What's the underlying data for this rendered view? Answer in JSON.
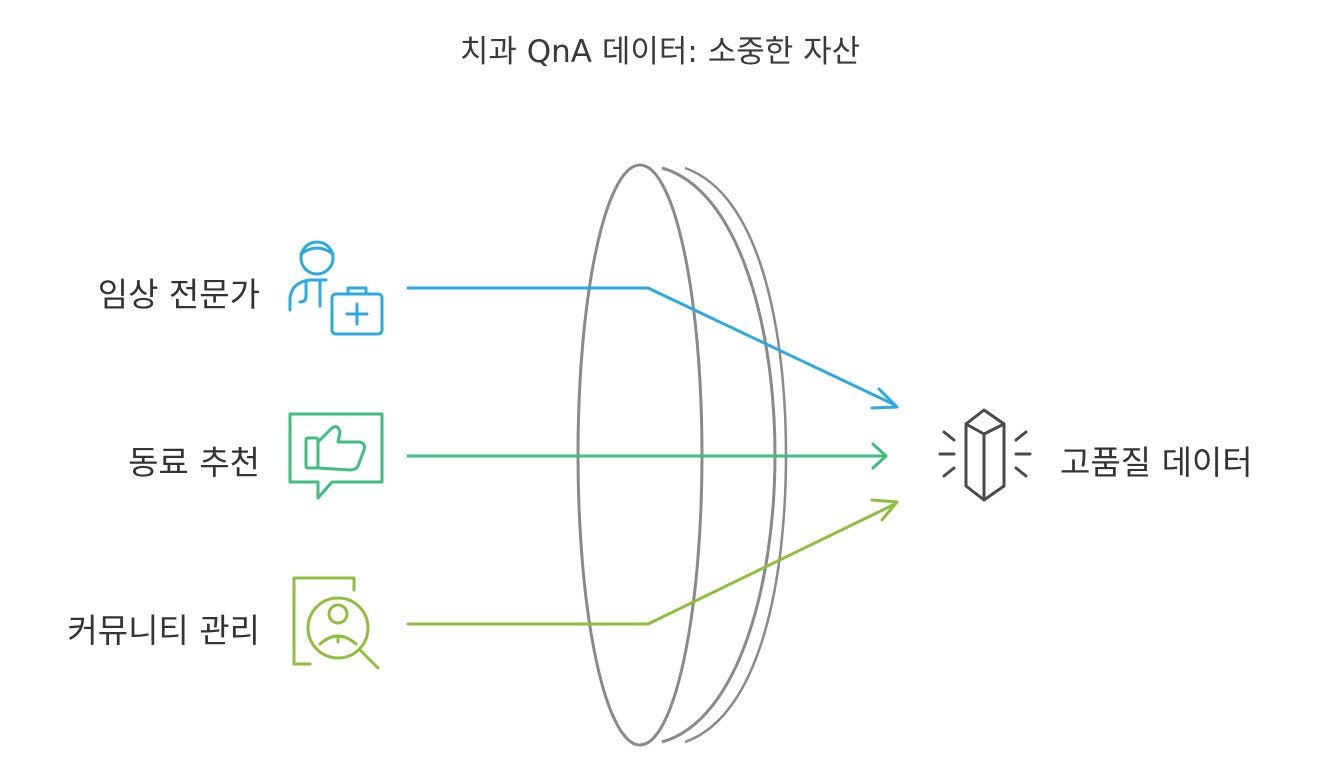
{
  "title": "치과 QnA 데이터: 소중한 자산",
  "sources": [
    {
      "label": "임상 전문가",
      "icon": "doctor-medical-kit-icon",
      "color": "#29abe2"
    },
    {
      "label": "동료 추천",
      "icon": "thumbs-up-speech-bubble-icon",
      "color": "#3cbf7f"
    },
    {
      "label": "커뮤니티 관리",
      "icon": "person-search-document-icon",
      "color": "#8dbf3c"
    }
  ],
  "filter": {
    "icon": "lens-filter-icon",
    "color": "#8a8a8a"
  },
  "result": {
    "label": "고품질 데이터",
    "icon": "crystal-gem-icon",
    "color": "#4a4a4a"
  }
}
